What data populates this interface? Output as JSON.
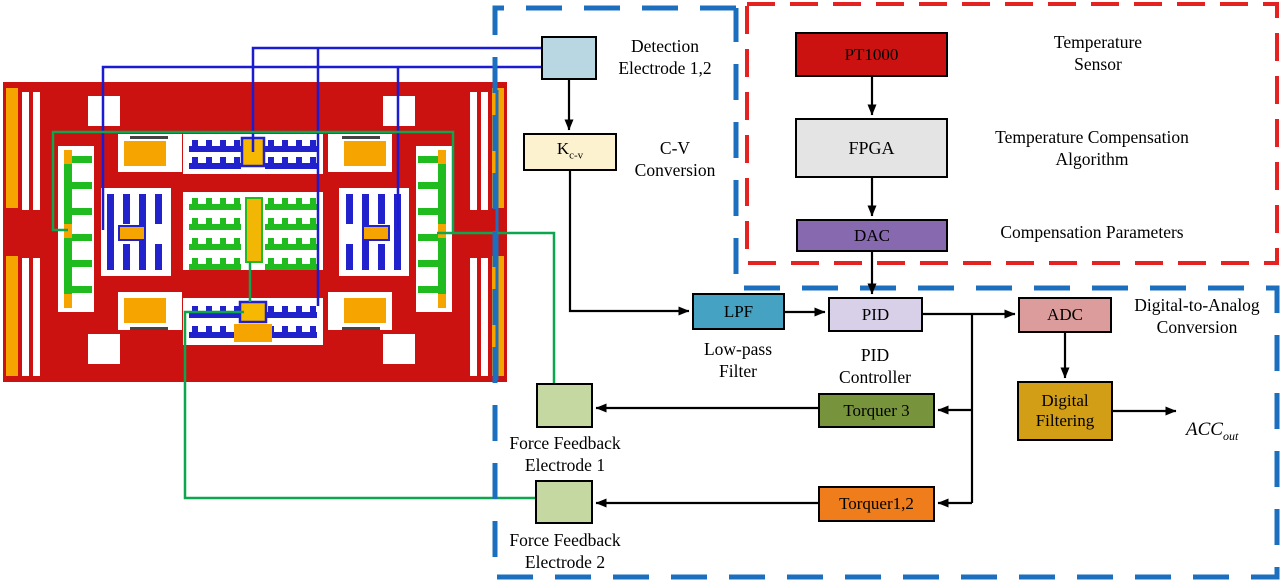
{
  "figure": {
    "blocks": {
      "detection_electrode": {
        "caption": [
          "Detection",
          "Electrode 1,2"
        ]
      },
      "kcv": {
        "base": "K",
        "sub": "c-v",
        "caption": [
          "C-V",
          "Conversion"
        ]
      },
      "lpf": {
        "label": "LPF",
        "caption": [
          "Low-pass",
          "Filter"
        ]
      },
      "pid": {
        "label": "PID",
        "caption": [
          "PID",
          "Controller"
        ]
      },
      "adc": {
        "label": "ADC",
        "caption": [
          "Digital-to-Analog",
          "Conversion"
        ]
      },
      "digital_filtering": {
        "line1": "Digital",
        "line2": "Filtering"
      },
      "torquer3": {
        "label": "Torquer 3"
      },
      "torquer12": {
        "label": "Torquer1,2"
      },
      "pt1000": {
        "label": "PT1000",
        "caption": [
          "Temperature",
          "Sensor"
        ]
      },
      "fpga": {
        "label": "FPGA",
        "caption": [
          "Temperature Compensation",
          "Algorithm"
        ]
      },
      "dac": {
        "label": "DAC",
        "caption": [
          "Compensation Parameters"
        ]
      },
      "force_feedback_1": {
        "caption": [
          "Force Feedback",
          "Electrode 1"
        ]
      },
      "force_feedback_2": {
        "caption": [
          "Force Feedback",
          "Electrode 2"
        ]
      }
    },
    "output": {
      "base": "ACC",
      "sub": "out"
    },
    "colors": {
      "detection_electrode": "#b8d7e3",
      "kcv": "#fdf2cf",
      "lpf": "#46a2c2",
      "pid": "#d8d0e8",
      "adc": "#dd9c9c",
      "digital_filtering": "#d19e15",
      "torquer3": "#77933c",
      "torquer12": "#f07d1c",
      "pt1000": "#cc1111",
      "fpga": "#e4e4e4",
      "dac": "#8669ae",
      "force_feedback": "#c5d8a2",
      "dashed_border_blue": "#1b6fbe",
      "dashed_border_red": "#e52222",
      "wire_blue": "#1b1bd1",
      "wire_green": "#0ca64f",
      "chip_red": "#cc1111",
      "chip_pad_orange": "#f6a500",
      "chip_comb_green": "#1fbb1f",
      "chip_comb_blue": "#2222cc"
    }
  }
}
